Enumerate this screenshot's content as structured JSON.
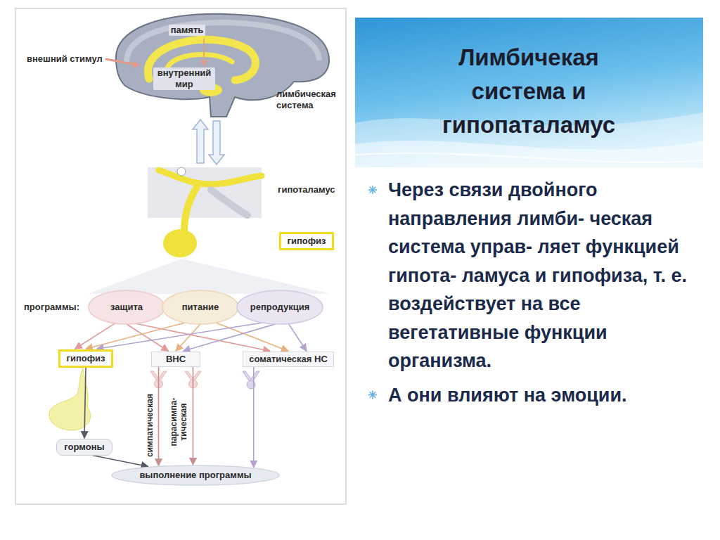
{
  "diagram": {
    "title": "Лимбичекая система и гипопаталамус",
    "nodes": [
      {
        "text": [
          "гипофиз"
        ]
      },
      {
        "text": [
          "защита"
        ]
      },
      {
        "text": [
          "питание"
        ]
      },
      {
        "text": [
          "репродукция"
        ]
      },
      {
        "text": [
          "гипофиз"
        ]
      },
      {
        "text": [
          "ВНС"
        ]
      },
      {
        "text": [
          "соматическая НС"
        ]
      },
      {
        "text": [
          "гормоны"
        ]
      },
      {
        "text": [
          "выполнение программы"
        ]
      }
    ],
    "edges": [
      {
        "from": 1,
        "to": 4,
        "arrow": "to"
      },
      {
        "from": 1,
        "to": 5,
        "arrow": "to"
      },
      {
        "from": 1,
        "to": 6,
        "arrow": "to"
      },
      {
        "from": 2,
        "to": 4,
        "arrow": "to"
      },
      {
        "from": 2,
        "to": 5,
        "arrow": "to"
      },
      {
        "from": 2,
        "to": 6,
        "arrow": "to"
      },
      {
        "from": 3,
        "to": 4,
        "arrow": "to"
      },
      {
        "from": 3,
        "to": 5,
        "arrow": "to"
      },
      {
        "from": 3,
        "to": 6,
        "arrow": "to"
      },
      {
        "from": 4,
        "to": 7,
        "arrow": "to"
      },
      {
        "from": 7,
        "to": 8,
        "arrow": "to"
      },
      {
        "from": 5,
        "to": 8,
        "arrow": "to"
      },
      {
        "from": 5,
        "to": 8,
        "arrow": "to"
      },
      {
        "from": 6,
        "to": 8,
        "arrow": "to"
      }
    ],
    "labels": [
      "память",
      "внешний стимул",
      "внутренний мир",
      "лимбическая система",
      "гипоталамус",
      "программы:",
      "симпатическая",
      "парасимпа- тическая",
      "Через связи двойного направления лимби- ческая система управ- ляет функцией гипота- ламуса и гипофиза, т. е. воздействует на все вегетативные функции организма.",
      "А они влияют на эмоции."
    ]
  }
}
